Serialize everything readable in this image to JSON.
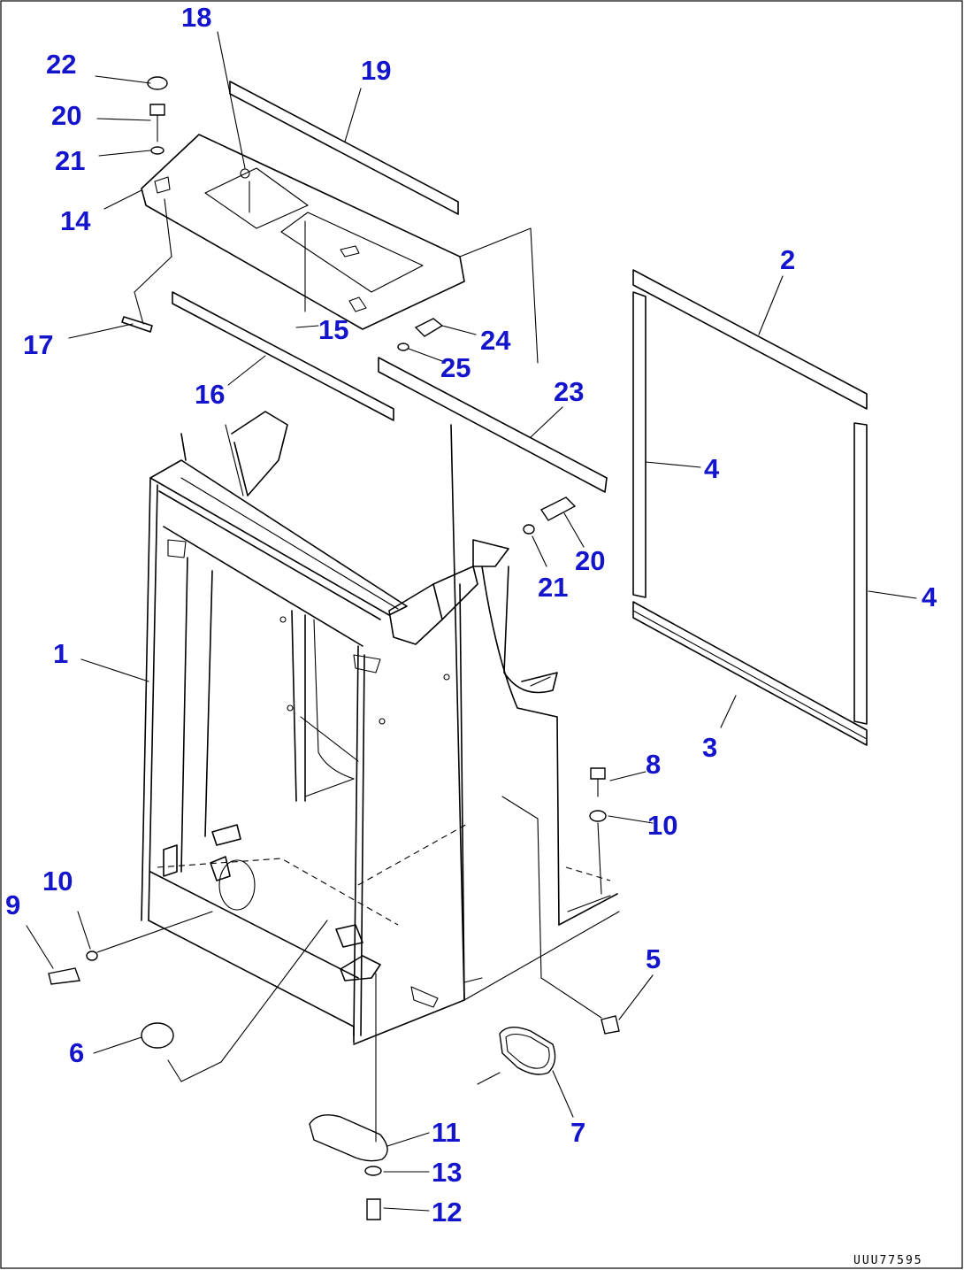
{
  "callouts": [
    {
      "id": "c18",
      "text": "18"
    },
    {
      "id": "c22",
      "text": "22"
    },
    {
      "id": "c19",
      "text": "19"
    },
    {
      "id": "c20a",
      "text": "20"
    },
    {
      "id": "c21a",
      "text": "21"
    },
    {
      "id": "c14",
      "text": "14"
    },
    {
      "id": "c2",
      "text": "2"
    },
    {
      "id": "c17",
      "text": "17"
    },
    {
      "id": "c15",
      "text": "15"
    },
    {
      "id": "c24",
      "text": "24"
    },
    {
      "id": "c25",
      "text": "25"
    },
    {
      "id": "c16",
      "text": "16"
    },
    {
      "id": "c23",
      "text": "23"
    },
    {
      "id": "c4a",
      "text": "4"
    },
    {
      "id": "c20b",
      "text": "20"
    },
    {
      "id": "c21b",
      "text": "21"
    },
    {
      "id": "c4b",
      "text": "4"
    },
    {
      "id": "c1",
      "text": "1"
    },
    {
      "id": "c3",
      "text": "3"
    },
    {
      "id": "c8",
      "text": "8"
    },
    {
      "id": "c10a",
      "text": "10"
    },
    {
      "id": "c10b",
      "text": "10"
    },
    {
      "id": "c9",
      "text": "9"
    },
    {
      "id": "c5",
      "text": "5"
    },
    {
      "id": "c6",
      "text": "6"
    },
    {
      "id": "c7",
      "text": "7"
    },
    {
      "id": "c11",
      "text": "11"
    },
    {
      "id": "c13",
      "text": "13"
    },
    {
      "id": "c12",
      "text": "12"
    }
  ],
  "drawing_code": "UUU77595",
  "label_color": "#1414cc"
}
